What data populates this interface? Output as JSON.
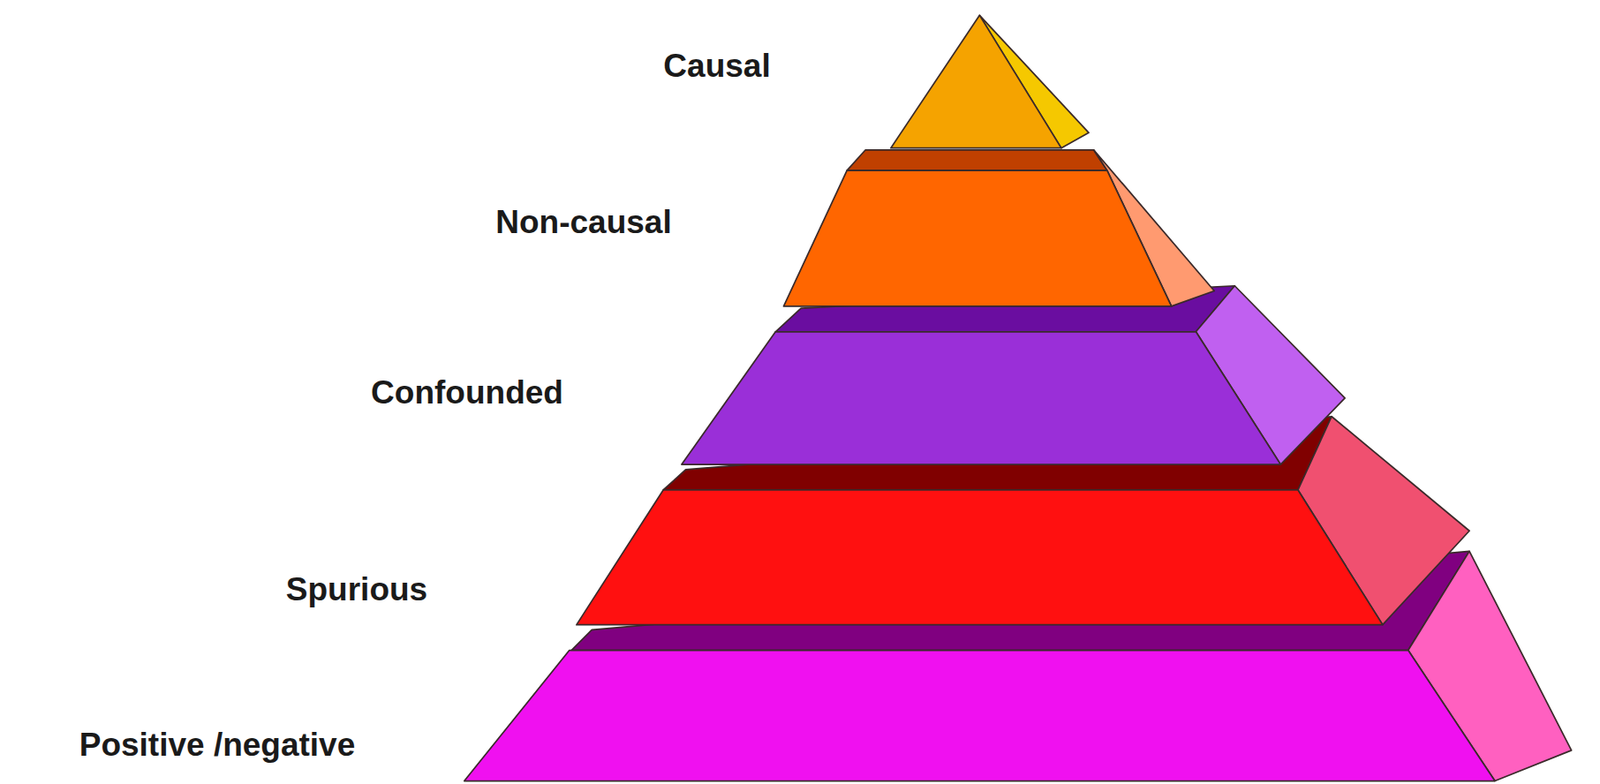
{
  "diagram": {
    "nodes": [
      {
        "text": [
          "Causal"
        ]
      },
      {
        "text": [
          "Non-causal"
        ]
      },
      {
        "text": [
          "Confounded"
        ]
      },
      {
        "text": [
          "Spurious"
        ]
      },
      {
        "text": [
          "Positive /negative"
        ]
      }
    ]
  }
}
